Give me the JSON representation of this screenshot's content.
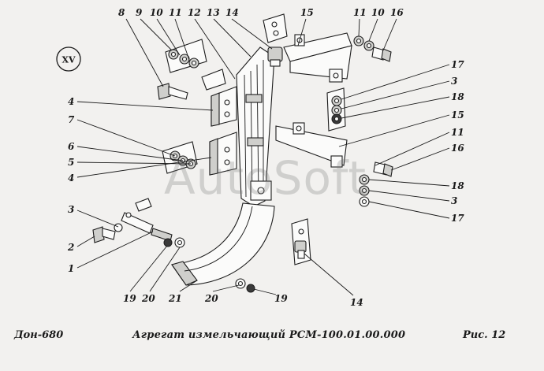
{
  "view_label": "XV",
  "watermark": "AutoSoft",
  "footer": {
    "left": "Дон-680",
    "center": "Агрегат измельчающий РСМ-100.01.00.000",
    "right": "Рис.  12"
  },
  "callouts": [
    "8",
    "9",
    "10",
    "11",
    "12",
    "13",
    "14",
    "15",
    "11",
    "10",
    "16",
    "4",
    "7",
    "6",
    "5",
    "4",
    "17",
    "3",
    "18",
    "15",
    "11",
    "16",
    "18",
    "3",
    "17",
    "3",
    "2",
    "1",
    "19",
    "20",
    "21",
    "20",
    "19",
    "14"
  ]
}
